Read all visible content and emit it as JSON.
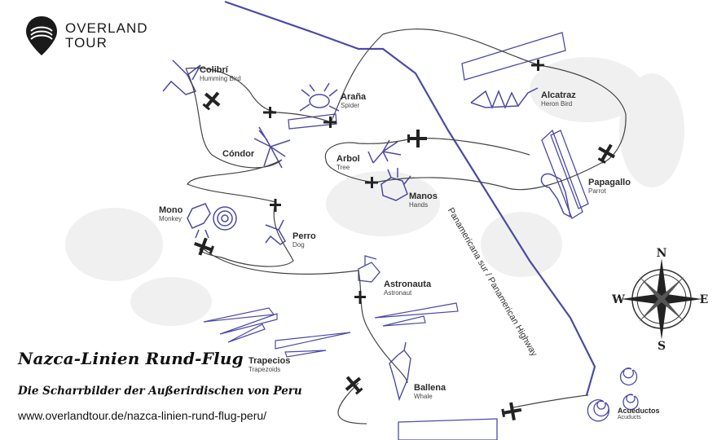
{
  "brand": {
    "line1": "OVERLAND",
    "line2": "TOUR"
  },
  "title": "Nazca-Linien Rund-Flug",
  "subtitle": "Die Scharrbilder der Außerirdischen von Peru",
  "url": "www.overlandtour.de/nazca-linien-rund-flug-peru/",
  "highway_label": "Panamericana sur / Panamerican Highway",
  "compass": {
    "n": "N",
    "s": "S",
    "e": "E",
    "w": "W"
  },
  "places": {
    "colibri": {
      "name": "Colibrí",
      "sub": "Humming Bird"
    },
    "arana": {
      "name": "Araña",
      "sub": "Spider"
    },
    "condor": {
      "name": "Cóndor",
      "sub": ""
    },
    "arbol": {
      "name": "Arbol",
      "sub": "Tree"
    },
    "manos": {
      "name": "Manos",
      "sub": "Hands"
    },
    "alcatraz": {
      "name": "Alcatraz",
      "sub": "Heron Bird"
    },
    "papagallo": {
      "name": "Papagallo",
      "sub": "Parrot"
    },
    "mono": {
      "name": "Mono",
      "sub": "Monkey"
    },
    "perro": {
      "name": "Perro",
      "sub": "Dog"
    },
    "astronauta": {
      "name": "Astronauta",
      "sub": "Astronaut"
    },
    "trapecios": {
      "name": "Trapecios",
      "sub": "Trapezoids"
    },
    "ballena": {
      "name": "Ballena",
      "sub": "Whale"
    },
    "acueductos": {
      "name": "Acueductos",
      "sub": "Acuducts"
    }
  },
  "colors": {
    "accent": "#4b4aa6",
    "route": "#444444",
    "plane": "#222222"
  }
}
